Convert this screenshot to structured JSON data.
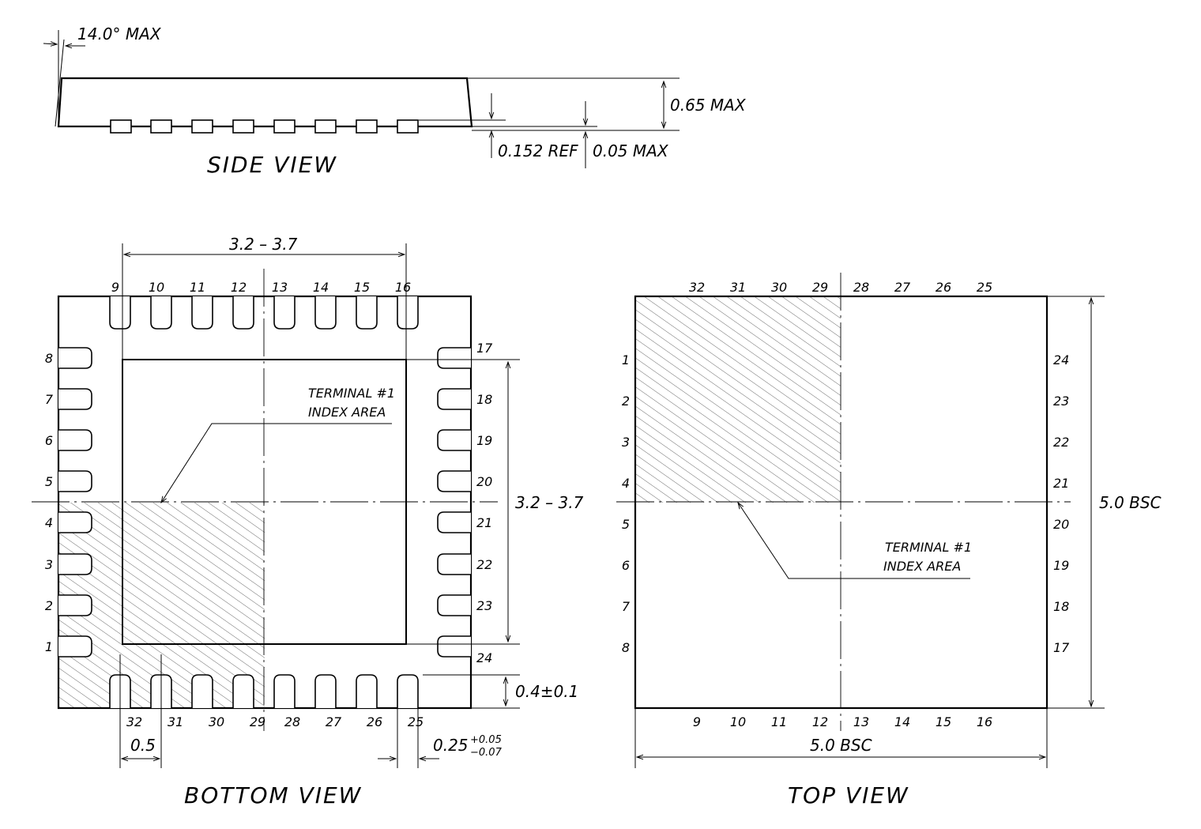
{
  "side_view": {
    "title": "SIDE VIEW",
    "draft_angle": "14.0° MAX",
    "height_max": "0.65 MAX",
    "lead_ref": "0.152 REF",
    "standoff": "0.05 MAX"
  },
  "bottom_view": {
    "title": "BOTTOM VIEW",
    "pad_width_dim": "3.2 – 3.7",
    "pad_height_dim": "3.2 – 3.7",
    "index_label_line1": "TERMINAL #1",
    "index_label_line2": "INDEX AREA",
    "lead_length_dim": "0.4±0.1",
    "pitch_dim": "0.5",
    "lead_width_base": "0.25",
    "lead_width_plus": "+0.05",
    "lead_width_minus": "−0.07",
    "top_pins": [
      "9",
      "10",
      "11",
      "12",
      "13",
      "14",
      "15",
      "16"
    ],
    "bottom_pins": [
      "32",
      "31",
      "30",
      "29",
      "28",
      "27",
      "26",
      "25"
    ],
    "left_pins": [
      "8",
      "7",
      "6",
      "5",
      "4",
      "3",
      "2",
      "1"
    ],
    "right_pins": [
      "17",
      "18",
      "19",
      "20",
      "21",
      "22",
      "23",
      "24"
    ]
  },
  "top_view": {
    "title": "TOP VIEW",
    "width_dim": "5.0 BSC",
    "height_dim": "5.0 BSC",
    "index_label_line1": "TERMINAL #1",
    "index_label_line2": "INDEX AREA",
    "top_pins": [
      "32",
      "31",
      "30",
      "29",
      "28",
      "27",
      "26",
      "25"
    ],
    "bottom_pins": [
      "9",
      "10",
      "11",
      "12",
      "13",
      "14",
      "15",
      "16"
    ],
    "left_pins": [
      "1",
      "2",
      "3",
      "4",
      "5",
      "6",
      "7",
      "8"
    ],
    "right_pins": [
      "24",
      "23",
      "22",
      "21",
      "20",
      "19",
      "18",
      "17"
    ]
  }
}
